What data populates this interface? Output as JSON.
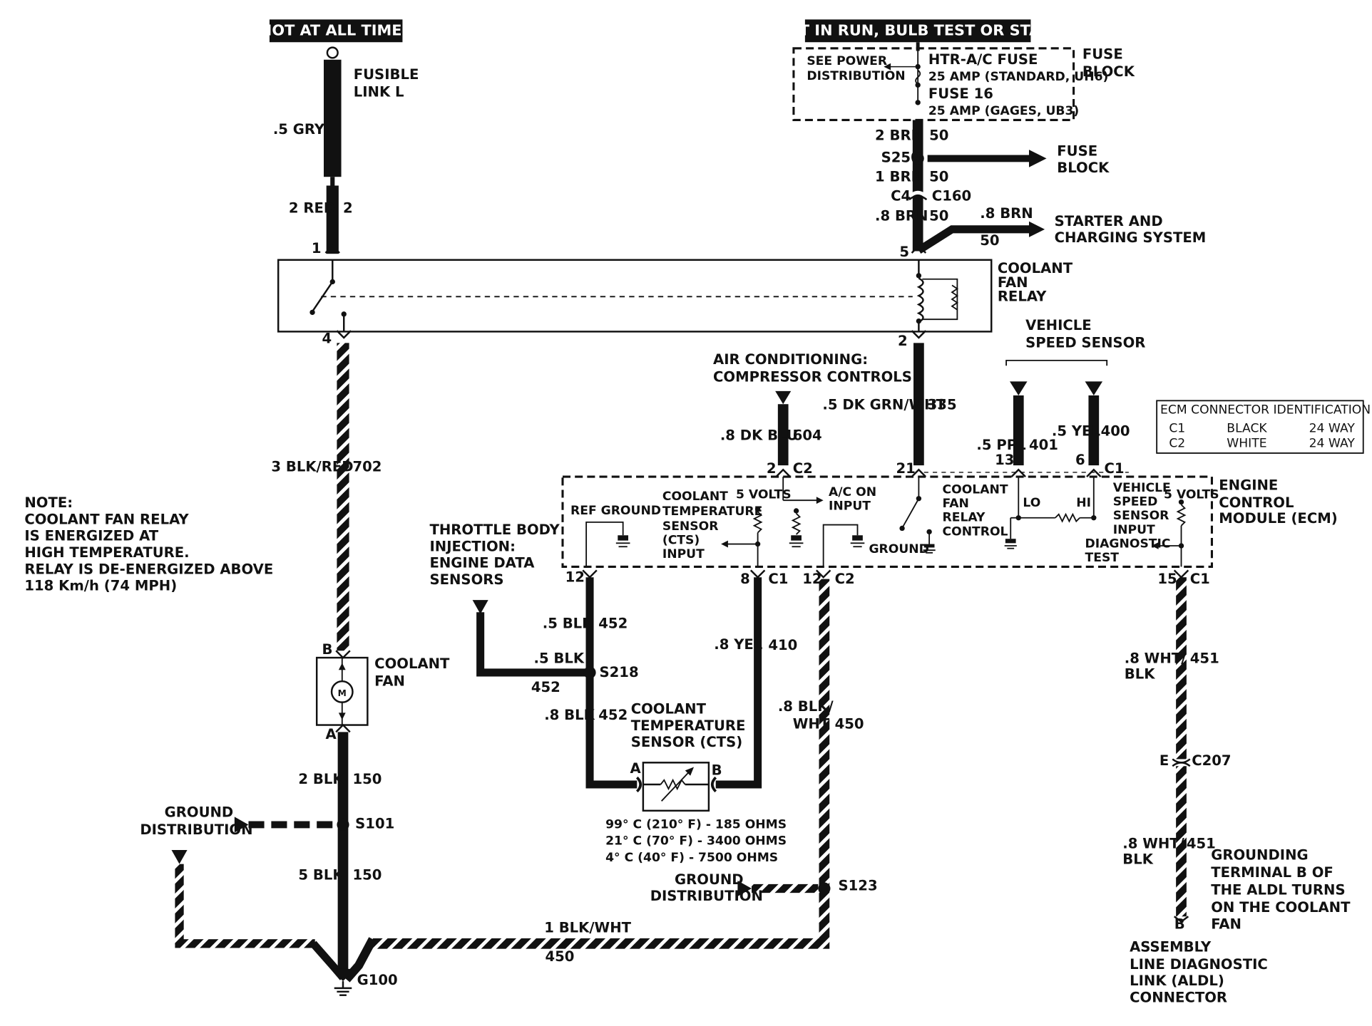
{
  "header_left": "HOT AT ALL TIMES",
  "header_right": "HOT IN RUN, BULB TEST OR START",
  "fuse_block": {
    "title1": "FUSE",
    "title2": "BLOCK",
    "see1": "SEE POWER",
    "see2": "DISTRIBUTION",
    "htr": "HTR-A/C FUSE",
    "htr_amp": "25 AMP (STANDARD, UH6)",
    "f16": "FUSE 16",
    "f16_amp": "25 AMP (GAGES, UB3)"
  },
  "fusible_link": {
    "l1": "FUSIBLE",
    "l2": "LINK L"
  },
  "wire_5gry": ".5 GRY",
  "wire_2red": "2 RED",
  "circ_2": "2",
  "pin_1": "1",
  "right_feed": {
    "w1": "2 BRN",
    "c1": "50",
    "splice": "S250",
    "fuse_block1": "FUSE",
    "fuse_block2": "BLOCK",
    "w2": "1 BRN",
    "c2": "50",
    "c4": "C4",
    "c160": "C160",
    "w3": ".8 BRN",
    "c3": "50",
    "w4": ".8 BRN",
    "c4n": "50",
    "starter1": "STARTER AND",
    "starter2": "CHARGING SYSTEM",
    "pin5": "5"
  },
  "relay": {
    "l1": "COOLANT",
    "l2": "FAN",
    "l3": "RELAY",
    "pin4": "4",
    "pin2": "2"
  },
  "ac": {
    "l1": "AIR CONDITIONING:",
    "l2": "COMPRESSOR CONTROLS",
    "wire": ".8 DK BLU",
    "circ": "604",
    "pin": "2",
    "conn": "C2"
  },
  "relay_out": {
    "wire": ".5 DK GRN/WHT",
    "circ": "335",
    "pin": "21"
  },
  "vss": {
    "l1": "VEHICLE",
    "l2": "SPEED SENSOR",
    "w1": ".5 PPL",
    "c1": "401",
    "p1": "13",
    "w2": ".5 YEL",
    "c2": "400",
    "p2": "6",
    "conn": "C1"
  },
  "ecm_table": {
    "title": "ECM CONNECTOR IDENTIFICATION",
    "rows": [
      [
        "C1",
        "BLACK",
        "24 WAY"
      ],
      [
        "C2",
        "WHITE",
        "24 WAY"
      ]
    ]
  },
  "fan_wire": {
    "wire": "3 BLK/RED",
    "circ": "702"
  },
  "note": [
    "NOTE:",
    "COOLANT FAN RELAY",
    "IS ENERGIZED AT",
    "HIGH TEMPERATURE.",
    "RELAY IS DE-ENERGIZED ABOVE",
    "118 Km/h (74 MPH)"
  ],
  "ecm": {
    "l1": "ENGINE",
    "l2": "CONTROL",
    "l3": "MODULE (ECM)",
    "ref_ground": "REF GROUND",
    "cts1": "COOLANT",
    "cts2": "TEMPERATURE",
    "cts3": "SENSOR",
    "cts4": "(CTS)",
    "cts5": "INPUT",
    "five_volts": "5 VOLTS",
    "five_volts2": "5 VOLTS",
    "ac_on1": "A/C ON",
    "ac_on2": "INPUT",
    "ground": "GROUND",
    "cfr1": "COOLANT",
    "cfr2": "FAN",
    "cfr3": "RELAY",
    "cfr4": "CONTROL",
    "lo": "LO",
    "hi": "HI",
    "vss1": "VEHICLE",
    "vss2": "SPEED",
    "vss3": "SENSOR",
    "vss4": "INPUT",
    "diag1": "DIAGNOSTIC",
    "diag2": "TEST",
    "p12a": "12",
    "p8": "8",
    "c1a": "C1",
    "p12b": "12",
    "c2b": "C2",
    "p15": "15",
    "c1b": "C1"
  },
  "tbi": {
    "l1": "THROTTLE BODY",
    "l2": "INJECTION:",
    "l3": "ENGINE DATA",
    "l4": "SENSORS"
  },
  "ref_wire": {
    "w1": ".5 BLK",
    "c1": "452",
    "w2": ".5 BLK",
    "c2": "452",
    "splice": "S218",
    "w3": ".8 BLK",
    "c3": "452"
  },
  "cts_wire": {
    "wire": ".8 YEL",
    "circ": "410"
  },
  "cts": {
    "l1": "COOLANT",
    "l2": "TEMPERATURE",
    "l3": "SENSOR (CTS)",
    "pa": "A",
    "pb": "B",
    "v1": "99° C (210° F) - 185 OHMS",
    "v2": "21° C (70° F) - 3400 OHMS",
    "v3": "4° C (40° F) - 7500 OHMS"
  },
  "gnd_wire": {
    "w1a": ".8 BLK/",
    "w1b": "WHT",
    "c1": "450",
    "gd1": "GROUND",
    "gd2": "DISTRIBUTION",
    "splice": "S123",
    "w2": "1 BLK/WHT",
    "c2": "450"
  },
  "fan": {
    "l1": "COOLANT",
    "l2": "FAN",
    "pb": "B",
    "pa": "A",
    "motor": "M"
  },
  "fan_gnd": {
    "w1": "2 BLK",
    "c1": "150",
    "gd1": "GROUND",
    "gd2": "DISTRIBUTION",
    "splice": "S101",
    "w2": "5 BLK",
    "c2": "150",
    "g100": "G100"
  },
  "aldl": {
    "w1a": ".8 WHT/",
    "w1b": "BLK",
    "c1": "451",
    "pe": "E",
    "c207": "C207",
    "w2a": ".8 WHT/",
    "w2b": "BLK",
    "c2": "451",
    "pb": "B",
    "g1": "GROUNDING",
    "g2": "TERMINAL B OF",
    "g3": "THE ALDL TURNS",
    "g4": "ON THE COOLANT",
    "g5": "FAN",
    "a1": "ASSEMBLY",
    "a2": "LINE DIAGNOSTIC",
    "a3": "LINK (ALDL)",
    "a4": "CONNECTOR"
  }
}
